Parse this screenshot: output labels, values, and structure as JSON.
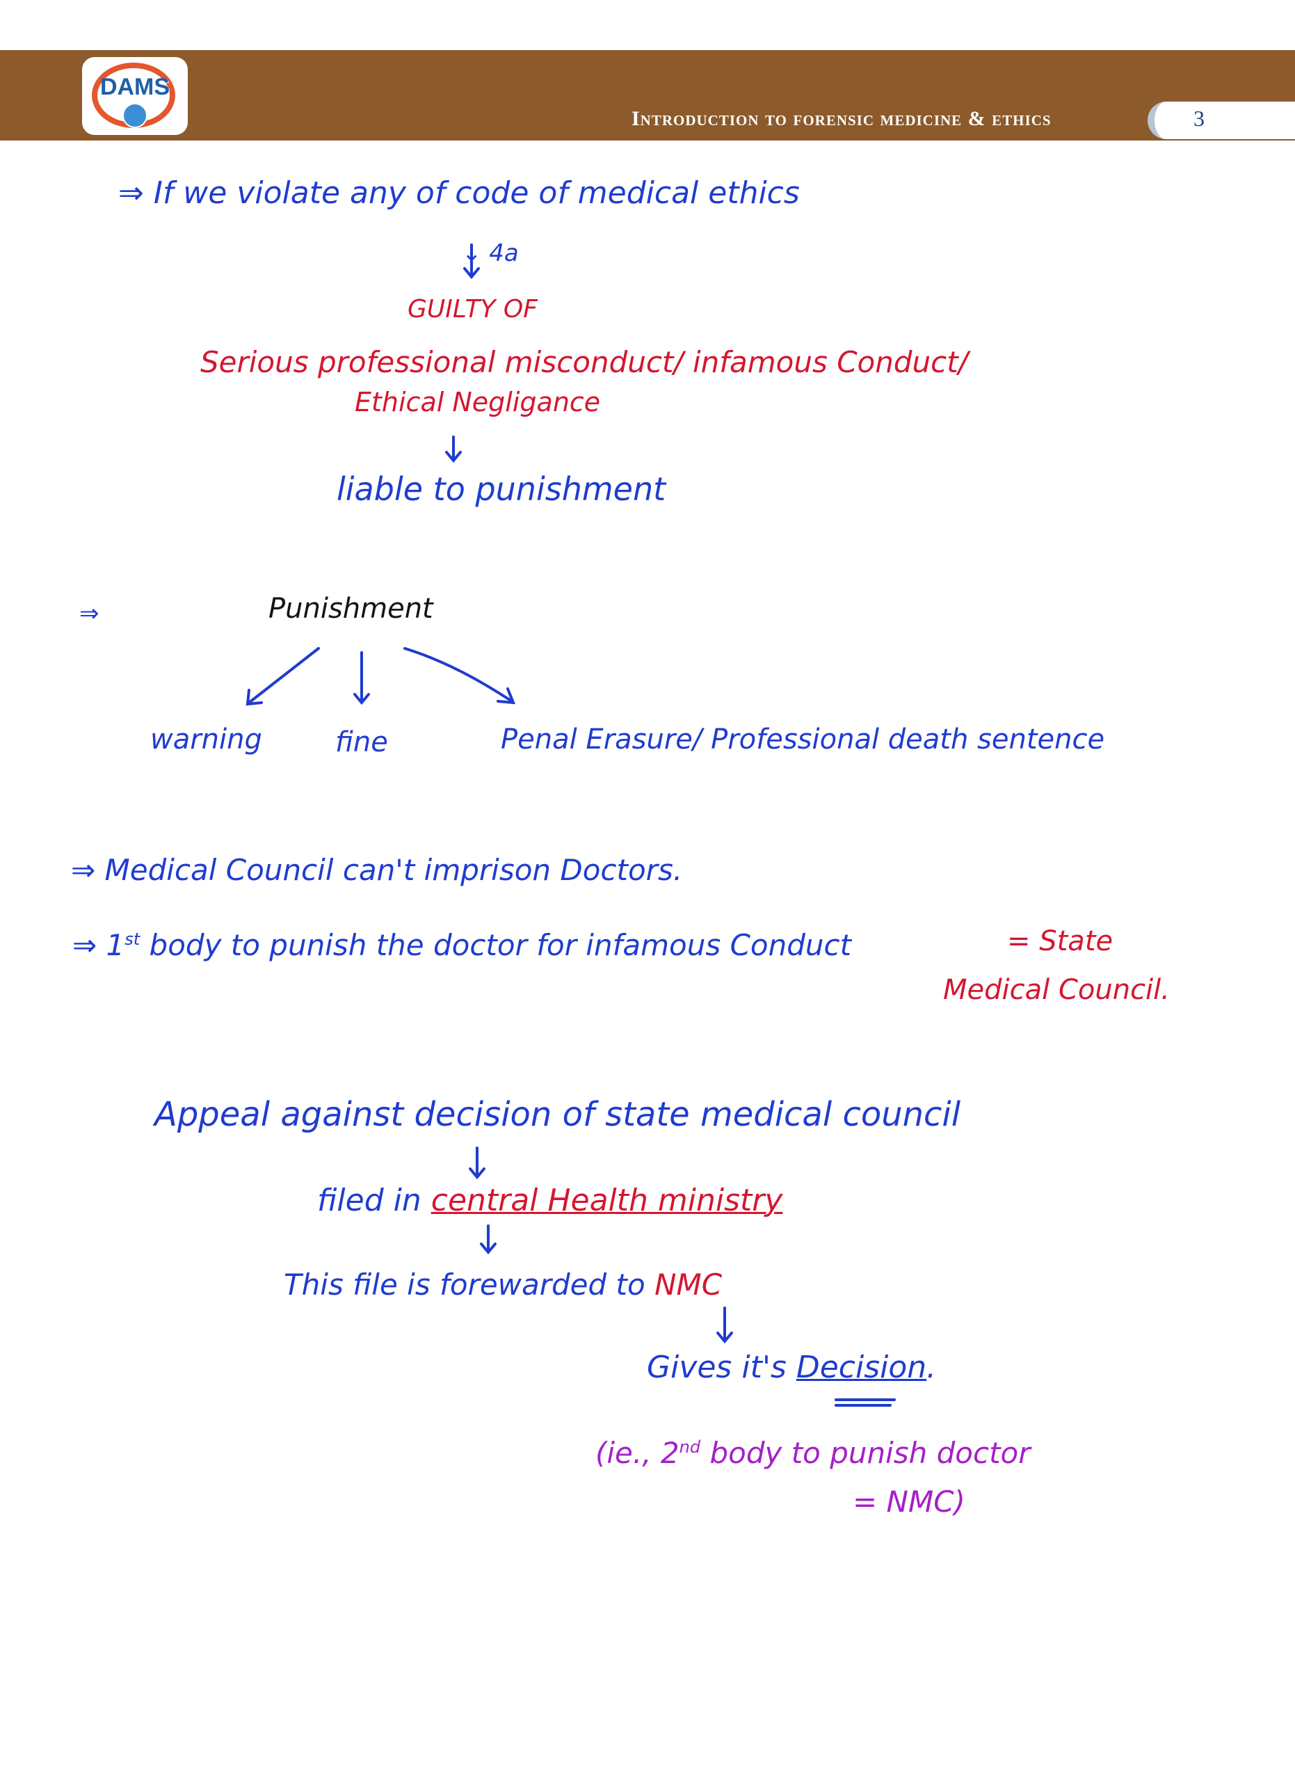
{
  "header": {
    "logo_text": "DAMS",
    "title": "Introduction to forensic medicine & ethics",
    "page_number": "3"
  },
  "notes": {
    "violation_line": "⇒ If we violate any of code of medical ethics",
    "violation_arrow_label": "↓ 4a",
    "guilty_of": "GUILTY OF",
    "misconduct_line1": "Serious professional misconduct/ infamous Conduct/",
    "misconduct_line2": "Ethical Negligance",
    "liable": "liable to punishment",
    "punishment_bullet": "⇒",
    "punishment_title": "Punishment",
    "punishment_types": [
      "warning",
      "fine",
      "Penal Erasure/ Professional death sentence"
    ],
    "council_note": "⇒ Medical Council can't imprison Doctors.",
    "first_body_prefix": "⇒ 1",
    "first_body_sup": "st",
    "first_body_rest": "body to punish the doctor for infamous Conduct",
    "first_body_answer_line1": "= State",
    "first_body_answer_line2": "Medical Council.",
    "appeal_line": "Appeal against decision of state medical council",
    "filed_word": "filed in",
    "filed_place": "central Health ministry",
    "forwarded_text": "This file is forewarded to",
    "forwarded_target": "NMC",
    "decision_prefix": "Gives it's",
    "decision_word": "Decision",
    "decision_suffix": ".",
    "second_body_prefix": "(ie., 2",
    "second_body_sup": "nd",
    "second_body_rest": "body to punish doctor",
    "second_body_answer": "= NMC)"
  }
}
